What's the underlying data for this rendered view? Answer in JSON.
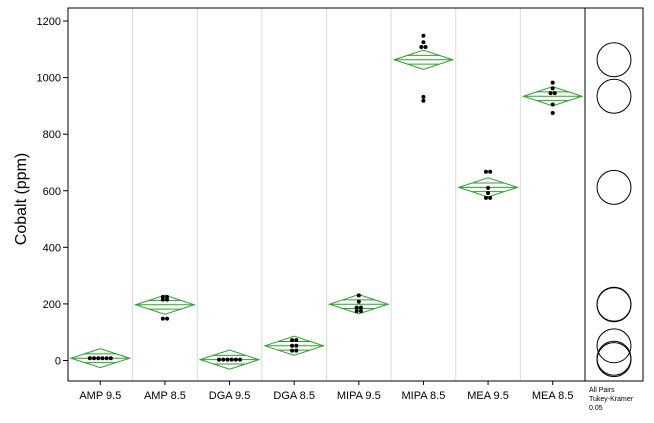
{
  "chart_data": {
    "type": "scatter",
    "title": "",
    "xlabel": "",
    "ylabel": "Cobalt (ppm)",
    "ylim": [
      -60,
      1220
    ],
    "yticks": [
      0,
      200,
      400,
      600,
      800,
      1000,
      1200
    ],
    "grid": "vertical separators between groups",
    "categories": [
      "AMP 9.5",
      "AMP 8.5",
      "DGA 9.5",
      "DGA 8.5",
      "MIPA 9.5",
      "MIPA 8.5",
      "MEA 9.5",
      "MEA 8.5"
    ],
    "groups": [
      {
        "category": "AMP 9.5",
        "mean": 8,
        "ci": [
          -25,
          42
        ],
        "points": [
          8,
          8,
          8,
          8,
          8,
          8
        ]
      },
      {
        "category": "AMP 8.5",
        "mean": 197,
        "ci": [
          163,
          231
        ],
        "points": [
          225,
          225,
          215,
          215,
          148,
          148
        ]
      },
      {
        "category": "DGA 9.5",
        "mean": 3,
        "ci": [
          -31,
          37
        ],
        "points": [
          3,
          3,
          3,
          3,
          3,
          3
        ]
      },
      {
        "category": "DGA 8.5",
        "mean": 52,
        "ci": [
          18,
          86
        ],
        "points": [
          72,
          72,
          52,
          52,
          35,
          35
        ]
      },
      {
        "category": "MIPA 9.5",
        "mean": 199,
        "ci": [
          165,
          233
        ],
        "points": [
          230,
          208,
          187,
          187,
          175,
          175
        ]
      },
      {
        "category": "MIPA 8.5",
        "mean": 1063,
        "ci": [
          1029,
          1097
        ],
        "points": [
          1148,
          1125,
          1108,
          1108,
          932,
          918
        ]
      },
      {
        "category": "MEA 9.5",
        "mean": 612,
        "ci": [
          578,
          646
        ],
        "points": [
          667,
          667,
          610,
          592,
          575,
          575
        ]
      },
      {
        "category": "MEA 8.5",
        "mean": 934,
        "ci": [
          900,
          968
        ],
        "points": [
          982,
          962,
          945,
          945,
          905,
          875
        ]
      }
    ],
    "comparison_circles": {
      "label_lines": [
        "All Pairs",
        "Tukey-Kramer",
        "0.05"
      ],
      "circles": [
        {
          "center": 1063,
          "radius": 60
        },
        {
          "center": 934,
          "radius": 60
        },
        {
          "center": 612,
          "radius": 60
        },
        {
          "center": 199,
          "radius": 60
        },
        {
          "center": 197,
          "radius": 60
        },
        {
          "center": 52,
          "radius": 60
        },
        {
          "center": 8,
          "radius": 60
        },
        {
          "center": 3,
          "radius": 60
        }
      ]
    },
    "colors": {
      "diamond": "#2ca02c",
      "points": "#000000",
      "separator": "#d9d9d9"
    }
  }
}
